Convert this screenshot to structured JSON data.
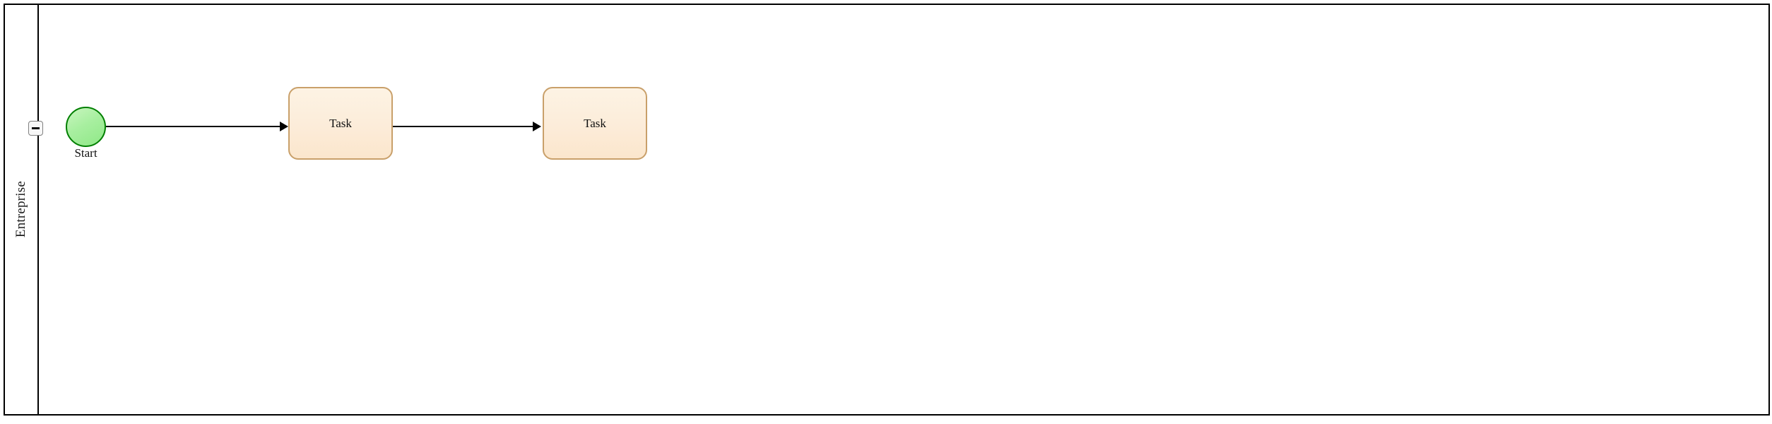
{
  "diagram": {
    "type": "bpmn-pool",
    "title": "Entreprise",
    "pool": {
      "name": "Entreprise",
      "collapse_toggle": {
        "icon": "minus-icon",
        "state": "expanded",
        "symbol": "−"
      }
    },
    "colors": {
      "pool_border": "#000000",
      "start_event_fill": "#a8efa0",
      "start_event_border": "#007F00",
      "task_fill": "#fcecd9",
      "task_border": "#c9a06a",
      "flow_stroke": "#000000",
      "canvas_background": "#ffffff"
    },
    "nodes": [
      {
        "id": "start-event",
        "kind": "start-event",
        "label": "Start",
        "shape": "circle"
      },
      {
        "id": "task-1",
        "kind": "task",
        "label": "Task",
        "shape": "rounded-rectangle"
      },
      {
        "id": "task-2",
        "kind": "task",
        "label": "Task",
        "shape": "rounded-rectangle"
      }
    ],
    "flows": [
      {
        "id": "flow-1",
        "from": "start-event",
        "to": "task-1",
        "kind": "sequence-flow"
      },
      {
        "id": "flow-2",
        "from": "task-1",
        "to": "task-2",
        "kind": "sequence-flow"
      }
    ]
  }
}
